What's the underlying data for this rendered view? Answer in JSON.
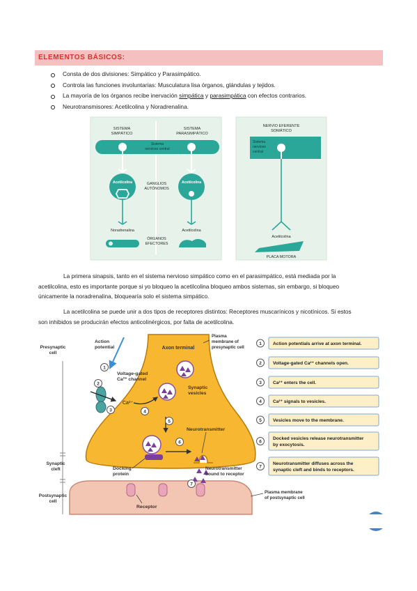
{
  "section": {
    "title": "ELEMENTOS BÁSICOS:"
  },
  "bullets": [
    {
      "text": "Consta de dos divisiones: Simpático y Parasimpático."
    },
    {
      "text": "Controla las funciones involuntarias: Musculatura lisa órganos, glándulas y tejidos."
    },
    {
      "pre": "La mayoría de los órganos recibe inervación ",
      "u1": "simpática",
      "mid": " y ",
      "u2": "parasimpática",
      "post": " con efectos contrarios."
    },
    {
      "text": "Neurotransmisores: Acetilcolina y Noradrenalina."
    }
  ],
  "diagram1": {
    "left_header": [
      "SISTEMA",
      "SIMPÁTICO"
    ],
    "right_header": [
      "SISTEMA",
      "PARASIMPÁTICO"
    ],
    "cns": [
      "Sistema",
      "nervioso central"
    ],
    "ach_left": "Acetilcolina",
    "ach_right": "Acetilcolina",
    "ganglia": [
      "GANGLIOS",
      "AUTÓNOMOS"
    ],
    "noradrenaline": "Noradrenalina",
    "ach_bottom": "Acetilcolina",
    "effectors": [
      "ÓRGANOS",
      "EFECTORES"
    ],
    "colors": {
      "panel": "#e6f2ea",
      "teal": "#2ba79a",
      "dark": "#1a8f82"
    }
  },
  "diagram2": {
    "header": [
      "NERVIO EFERENTE",
      "SOMÁTICO"
    ],
    "cns": [
      "Sistema",
      "nervioso",
      "central"
    ],
    "ach": "Acetilcolina",
    "plate": "PLACA MOTORA"
  },
  "paragraphs": [
    {
      "lines": [
        "La primera sinapsis, tanto en el sistema nervioso simpático como en el parasimpático, está mediada por la",
        "acetilcolina, esto es importante porque si yo bloqueo la acetilcolina bloqueo ambos sistemas, sin embargo, si bloqueo",
        "únicamente la noradrenalina, bloquearía solo el sistema simpático."
      ]
    },
    {
      "lines": [
        "La acetilcolina se puede unir a dos tipos de receptores distintos: Receptores muscarínicos y nicotínicos. Si estos",
        "son inhibidos se producirán efectos anticolinérgicos, por falta de acetilcolina."
      ]
    }
  ],
  "synapse": {
    "presynaptic_cell": [
      "Presynaptic",
      "cell"
    ],
    "synaptic_cleft": [
      "Synaptic",
      "cleft"
    ],
    "postsynaptic_cell": [
      "Postsynaptic",
      "cell"
    ],
    "action_potential": [
      "Action",
      "potential"
    ],
    "axon_terminal": "Axon terminal",
    "plasma_pre": [
      "Plasma",
      "membrane of",
      "presynaptic cell"
    ],
    "vgcc": [
      "Voltage-gated",
      "Ca²⁺ channel"
    ],
    "ca": "Ca²⁺",
    "synaptic_vesicles": [
      "Synaptic",
      "vesicles"
    ],
    "neurotransmitter": "Neurotransmitter",
    "docking": [
      "Docking",
      "protein"
    ],
    "nt_bound": [
      "Neurotransmitter",
      "bound to receptor"
    ],
    "plasma_post": [
      "Plasma membrane",
      "of postsynaptic cell"
    ],
    "receptor": "Receptor",
    "circle_nums": [
      "1",
      "2",
      "3",
      "4",
      "5",
      "6",
      "7"
    ],
    "steps": [
      {
        "num": "1",
        "lines": [
          "Action potentials arrive at axon terminal."
        ]
      },
      {
        "num": "2",
        "lines": [
          "Voltage-gated Ca²⁺ channels open."
        ]
      },
      {
        "num": "3",
        "lines": [
          "Ca²⁺ enters the cell."
        ]
      },
      {
        "num": "4",
        "lines": [
          "Ca²⁺ signals to vesicles."
        ]
      },
      {
        "num": "5",
        "lines": [
          "Vesicles move to the membrane."
        ]
      },
      {
        "num": "6",
        "lines": [
          "Docked vesicles release neurotransmitter",
          "by exocytosis."
        ]
      },
      {
        "num": "7",
        "lines": [
          "Neurotransmitter diffuses across the",
          "synaptic cleft and binds to receptors."
        ]
      }
    ],
    "colors": {
      "axon": "#f7b731",
      "post": "#f3c6b4",
      "step_bg": "#fdf0c8",
      "step_border": "#7fa8d6"
    }
  }
}
